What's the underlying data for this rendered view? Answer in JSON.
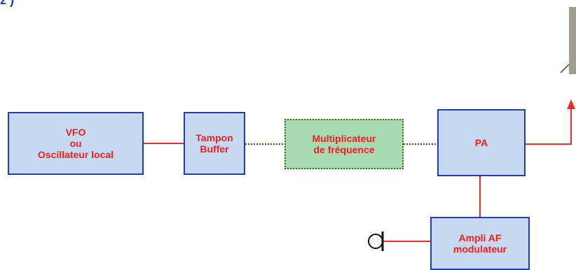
{
  "corner_text": "z )",
  "blocks": {
    "vfo": "VFO\nou\nOscillateur local",
    "buffer": "Tampon\nBuffer",
    "multiplier": "Multiplicateur\nde fréquence",
    "pa": "PA",
    "af_amp": "Ampli AF\nmodulateur"
  },
  "colors": {
    "block_fill": "#c7d9f1",
    "block_border": "#1f3fb0",
    "multiplier_fill": "#a9dbb3",
    "multiplier_border": "#3a6b1e",
    "text": "#ee1f1f",
    "wire": "#ee2a2a",
    "dotted_link": "#3a6b1e",
    "antenna": "#a09f8f"
  }
}
